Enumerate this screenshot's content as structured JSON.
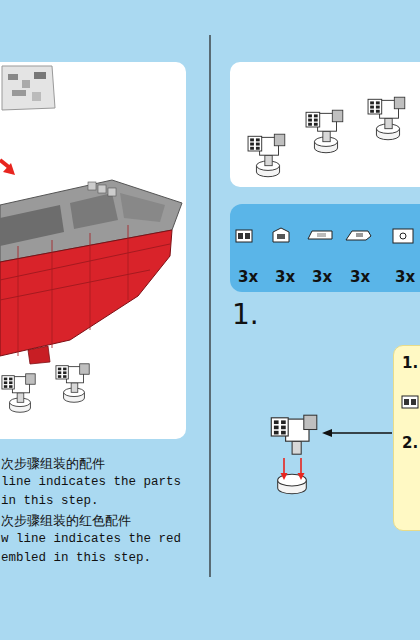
{
  "diagram": {
    "nodes": [
      {
        "text": [
          "3x",
          "3x",
          "3x",
          "3x",
          "3x"
        ]
      },
      {
        "text": [
          "1.",
          "2."
        ]
      }
    ],
    "labels": [
      "1.",
      "次步骤组装的配件",
      "line indicates the parts",
      "in this step.",
      "次步骤组装的红色配件",
      "w line indicates the red",
      "embled in this step."
    ]
  }
}
